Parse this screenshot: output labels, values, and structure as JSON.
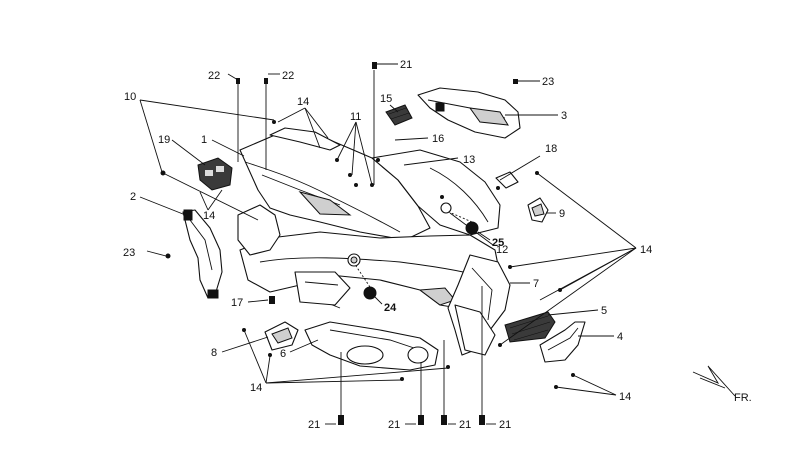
{
  "callouts": {
    "c1": "1",
    "c2": "2",
    "c3": "3",
    "c4": "4",
    "c5": "5",
    "c6": "6",
    "c7": "7",
    "c8": "8",
    "c9": "9",
    "c10": "10",
    "c11": "11",
    "c12": "12",
    "c13": "13",
    "c14a": "14",
    "c14b": "14",
    "c14c": "14",
    "c14d": "14",
    "c14e": "14",
    "c15": "15",
    "c16": "16",
    "c17": "17",
    "c18": "18",
    "c19": "19",
    "c21a": "21",
    "c21b": "21",
    "c21c": "21",
    "c21d": "21",
    "c21e": "21",
    "c22a": "22",
    "c22b": "22",
    "c23a": "23",
    "c23b": "23",
    "c24": "24",
    "c25": "25"
  },
  "direction_label": "FR."
}
